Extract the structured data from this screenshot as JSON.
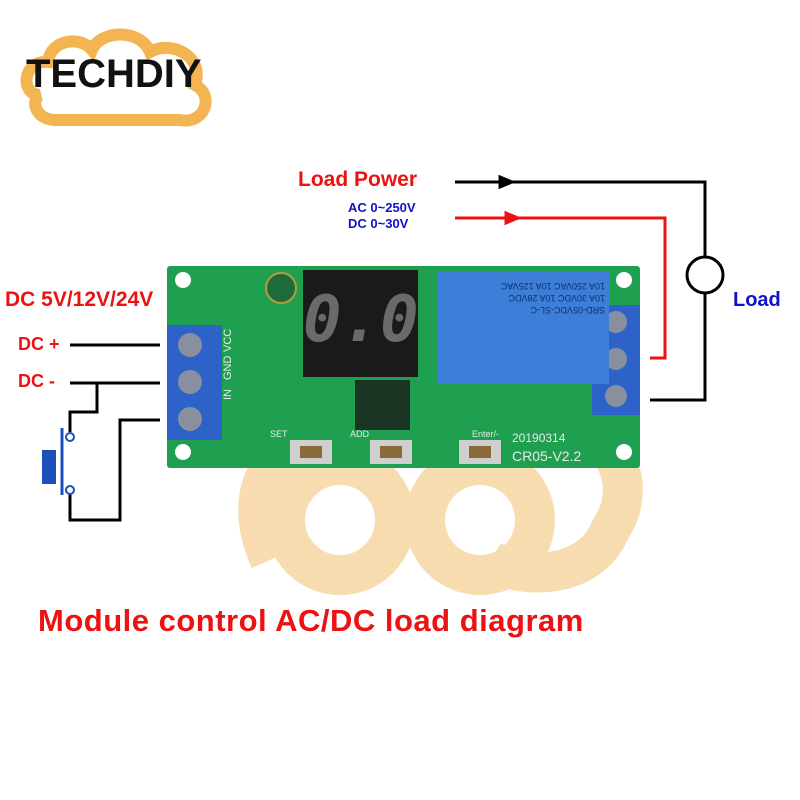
{
  "logo": {
    "text": "TECHDIY",
    "cloud_color": "#f2b552"
  },
  "load_power": {
    "label": "Load Power",
    "ac_range": "AC 0~250V",
    "dc_range": "DC 0~30V"
  },
  "load": {
    "label": "Load"
  },
  "supply": {
    "label": "DC 5V/12V/24V",
    "plus": "DC +",
    "minus": "DC -"
  },
  "board": {
    "pins": [
      "IN",
      "GND",
      "VCC"
    ],
    "buttons": [
      "SET",
      "ADD",
      "Enter/-"
    ],
    "date_code": "20190314",
    "model": "CR05-V2.2",
    "relay": {
      "line1": "SRD-05VDC-SL-C",
      "line2": "10A 30VDC  10A 28VDC",
      "line3": "10A 250VAC  10A 125VAC"
    },
    "display": "0.0"
  },
  "caption": "Module control AC/DC load diagram",
  "colors": {
    "red": "#ee1111",
    "blue": "#1111cc",
    "wire_black": "#000000",
    "wire_red": "#ee1111",
    "pcb_green": "#1fa050",
    "terminal_blue": "#2d62c8"
  }
}
